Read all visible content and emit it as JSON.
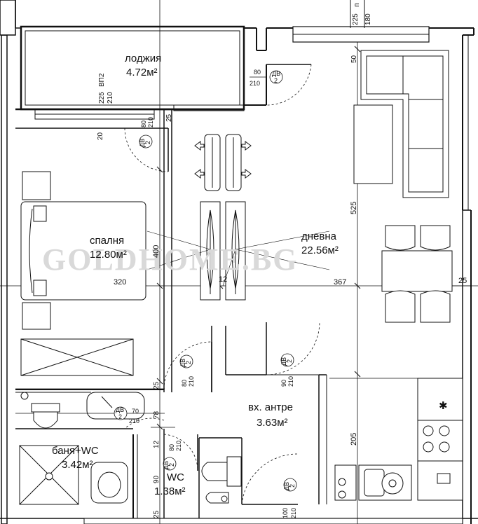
{
  "watermark": "GOLDHOME.BG",
  "rooms": {
    "loggia": {
      "name": "лоджия",
      "area": "4.72м²"
    },
    "bedroom": {
      "name": "спалня",
      "area": "12.80м²"
    },
    "living": {
      "name": "дневна",
      "area": "22.56м²"
    },
    "hall": {
      "name": "вх. антре",
      "area": "3.63м²"
    },
    "bath": {
      "name": "баня+WC",
      "area": "3.42м²"
    },
    "wc": {
      "name": "WC",
      "area": "1.38м²"
    }
  },
  "dimensions": {
    "bedroom_width": "320",
    "living_width": "367",
    "bedroom_depth": "400",
    "living_depth": "525",
    "hall_depth": "205",
    "small_12": "12",
    "right_25": "25",
    "top_225": "225",
    "top_180": "180",
    "top_p": "п",
    "win_225": "225",
    "win_210": "210",
    "vp2": "ВП2",
    "label_20": "20",
    "label_50": "50",
    "label_78": "78",
    "v25_a": "25",
    "v25_b": "25",
    "v25_c": "25",
    "v12": "12",
    "v90": "90",
    "v25_d": "25"
  },
  "doors": {
    "loggia_door": {
      "w": "80",
      "h": "210",
      "code": "ДВ",
      "num": "2"
    },
    "bed_balcony": {
      "w": "80",
      "h": "210",
      "code": "ДВ",
      "num": "2"
    },
    "bed_door": {
      "w": "80",
      "h": "210",
      "code": "ДВ",
      "num": "2"
    },
    "living_door": {
      "w": "90",
      "h": "210",
      "code": "ДВ",
      "num": "2"
    },
    "bath_door": {
      "w": "70",
      "h": "210",
      "code": "ДВ",
      "num": "2"
    },
    "wc_door": {
      "w": "80",
      "h": "210",
      "code": "ДВ",
      "num": "2"
    },
    "entry_door": {
      "w": "100",
      "h": "210",
      "code": "ДВ",
      "num": "2"
    }
  },
  "kitchen": {
    "hob_symbol": "✱"
  }
}
